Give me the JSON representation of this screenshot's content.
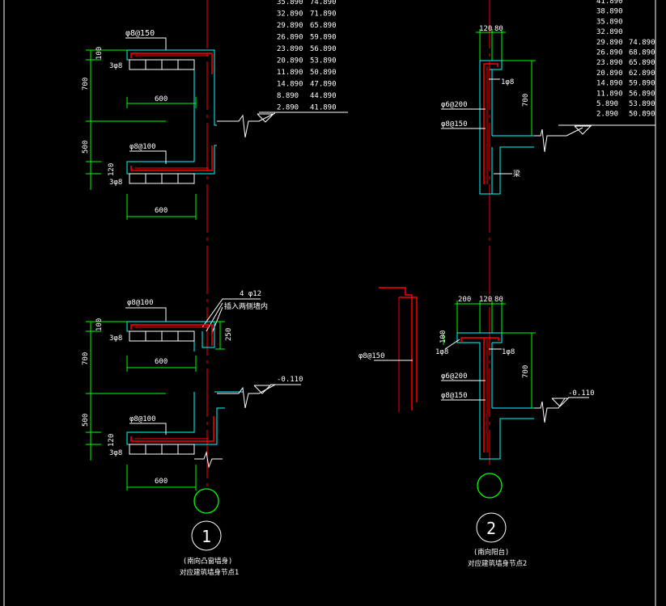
{
  "elevations_1": [
    [
      "35.890",
      "74.890"
    ],
    [
      "32.890",
      "71.890"
    ],
    [
      "29.890",
      "65.890"
    ],
    [
      "26.890",
      "59.890"
    ],
    [
      "23.890",
      "56.890"
    ],
    [
      "20.890",
      "53.890"
    ],
    [
      "11.890",
      "50.890"
    ],
    [
      "14.890",
      "47.890"
    ],
    [
      "8.890",
      "44.890"
    ],
    [
      "2.890",
      "41.890"
    ]
  ],
  "elevations_2": [
    [
      "41.890",
      ""
    ],
    [
      "38.890",
      ""
    ],
    [
      "35.890",
      ""
    ],
    [
      "32.890",
      ""
    ],
    [
      "29.890",
      "74.890"
    ],
    [
      "26.890",
      "68.890"
    ],
    [
      "23.890",
      "65.890"
    ],
    [
      "20.890",
      "62.890"
    ],
    [
      "14.890",
      "59.890"
    ],
    [
      "11.890",
      "56.890"
    ],
    [
      "5.890",
      "53.890"
    ],
    [
      "2.890",
      "50.890"
    ]
  ],
  "detail1": {
    "upper": {
      "top_rebar": "φ8@150",
      "dim_100": "100",
      "dim_700": "700",
      "dim_500": "500",
      "dim_600a": "600",
      "bot_rebar": "φ8@100",
      "dim_120": "120",
      "dim_600b": "600",
      "mark": "3φ8",
      "mark2": "3φ8"
    },
    "lower": {
      "top_rebar": "φ8@100",
      "note_bars": "4 φ12",
      "note_text": "插入两侧墙内",
      "dim_250": "250",
      "dim_100": "100",
      "dim_700": "700",
      "dim_500": "500",
      "dim_600a": "600",
      "bot_rebar": "φ8@100",
      "dim_120": "120",
      "dim_600b": "600",
      "elev": "-0.110",
      "mark": "3φ8",
      "mark2": "3φ8"
    },
    "number": "1",
    "caption_1": "(南向凸窗墙身)",
    "caption_2": "对应建筑墙身节点1"
  },
  "detail2": {
    "upper": {
      "dim_120": "120",
      "dim_80": "80",
      "dim_700": "700",
      "rebar_a": "φ6@200",
      "rebar_b": "φ8@150",
      "mark": "1φ8",
      "note": "梁"
    },
    "lower": {
      "dim_200": "200",
      "dim_120": "120",
      "dim_80": "80",
      "dim_100": "100",
      "dim_700": "700",
      "rebar_a": "φ6@200",
      "rebar_b": "φ8@150",
      "mark_l": "1φ8",
      "mark_r": "1φ8",
      "elev": "-0.110"
    },
    "number": "2",
    "caption_1": "(南向阳台)",
    "caption_2": "对应建筑墙身节点2"
  },
  "middle_detail": {
    "rebar": "φ8@150"
  },
  "colors": {
    "background": "#000000",
    "dimension": "#00ff00",
    "concrete": "#00ffff",
    "rebar": "#ff0000",
    "text": "#ffffff"
  }
}
